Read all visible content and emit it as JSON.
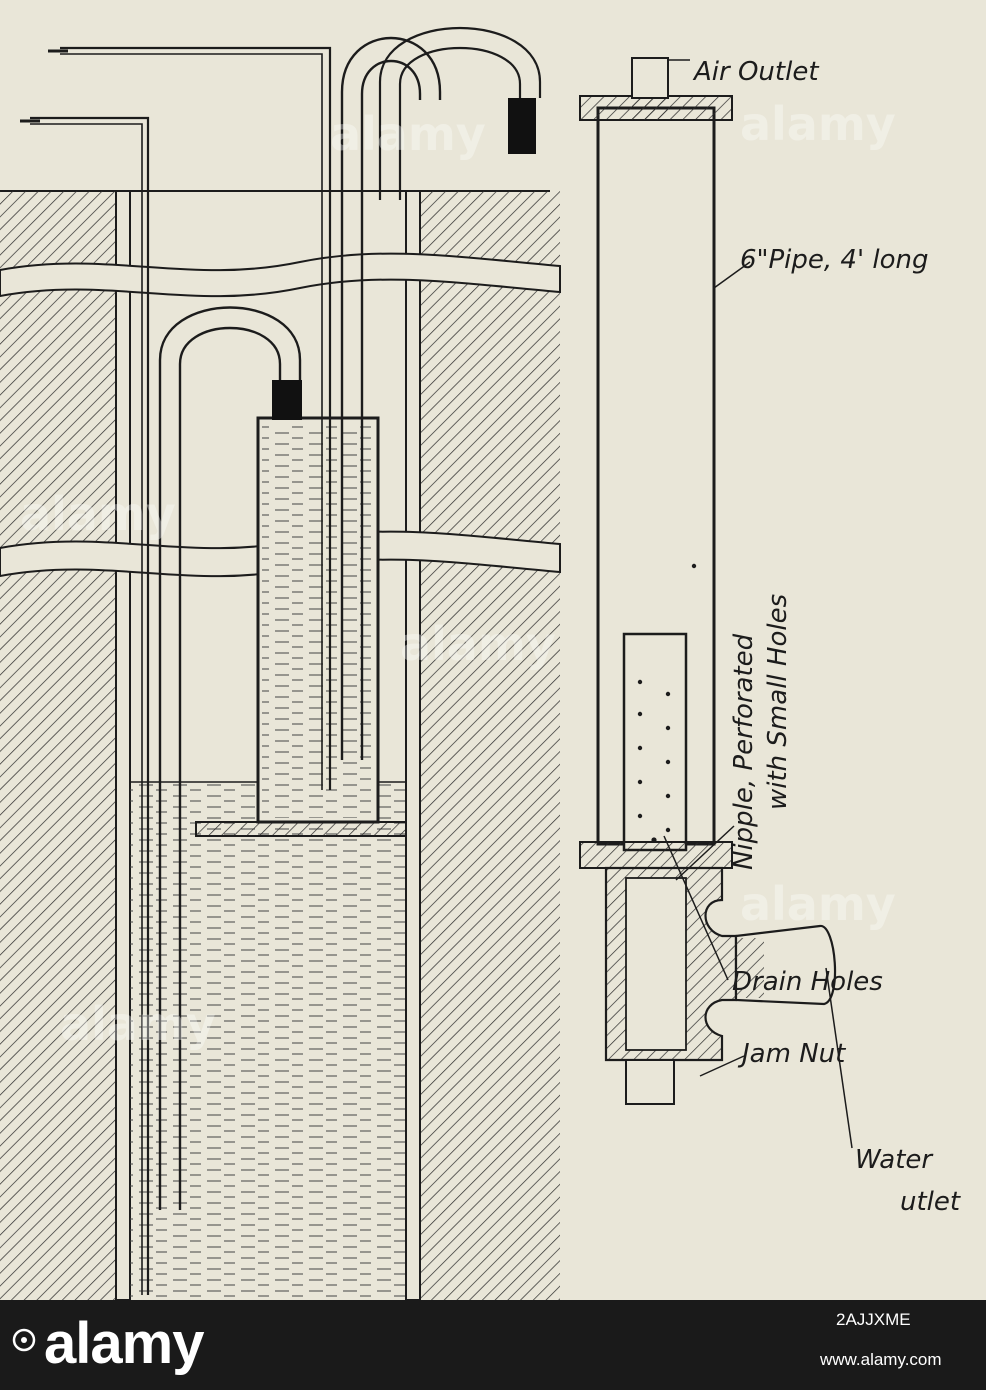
{
  "labels": {
    "air_outlet": "Air Outlet",
    "pipe": "6\"Pipe, 4' long",
    "nipple_line1": "Nipple, Perforated",
    "nipple_line2": "with Small Holes",
    "drain_holes": "Drain Holes",
    "jam_nut": "Jam Nut",
    "water_line1": "Water",
    "water_line2": "utlet"
  },
  "watermark": {
    "text": "alamy"
  },
  "footer": {
    "brand": "alamy",
    "image_id": "2AJJXME",
    "site": "www.alamy.com"
  },
  "colors": {
    "paper": "#e9e6d8",
    "ink": "#1c1c1c",
    "footer_bg": "#1a1a1a"
  }
}
